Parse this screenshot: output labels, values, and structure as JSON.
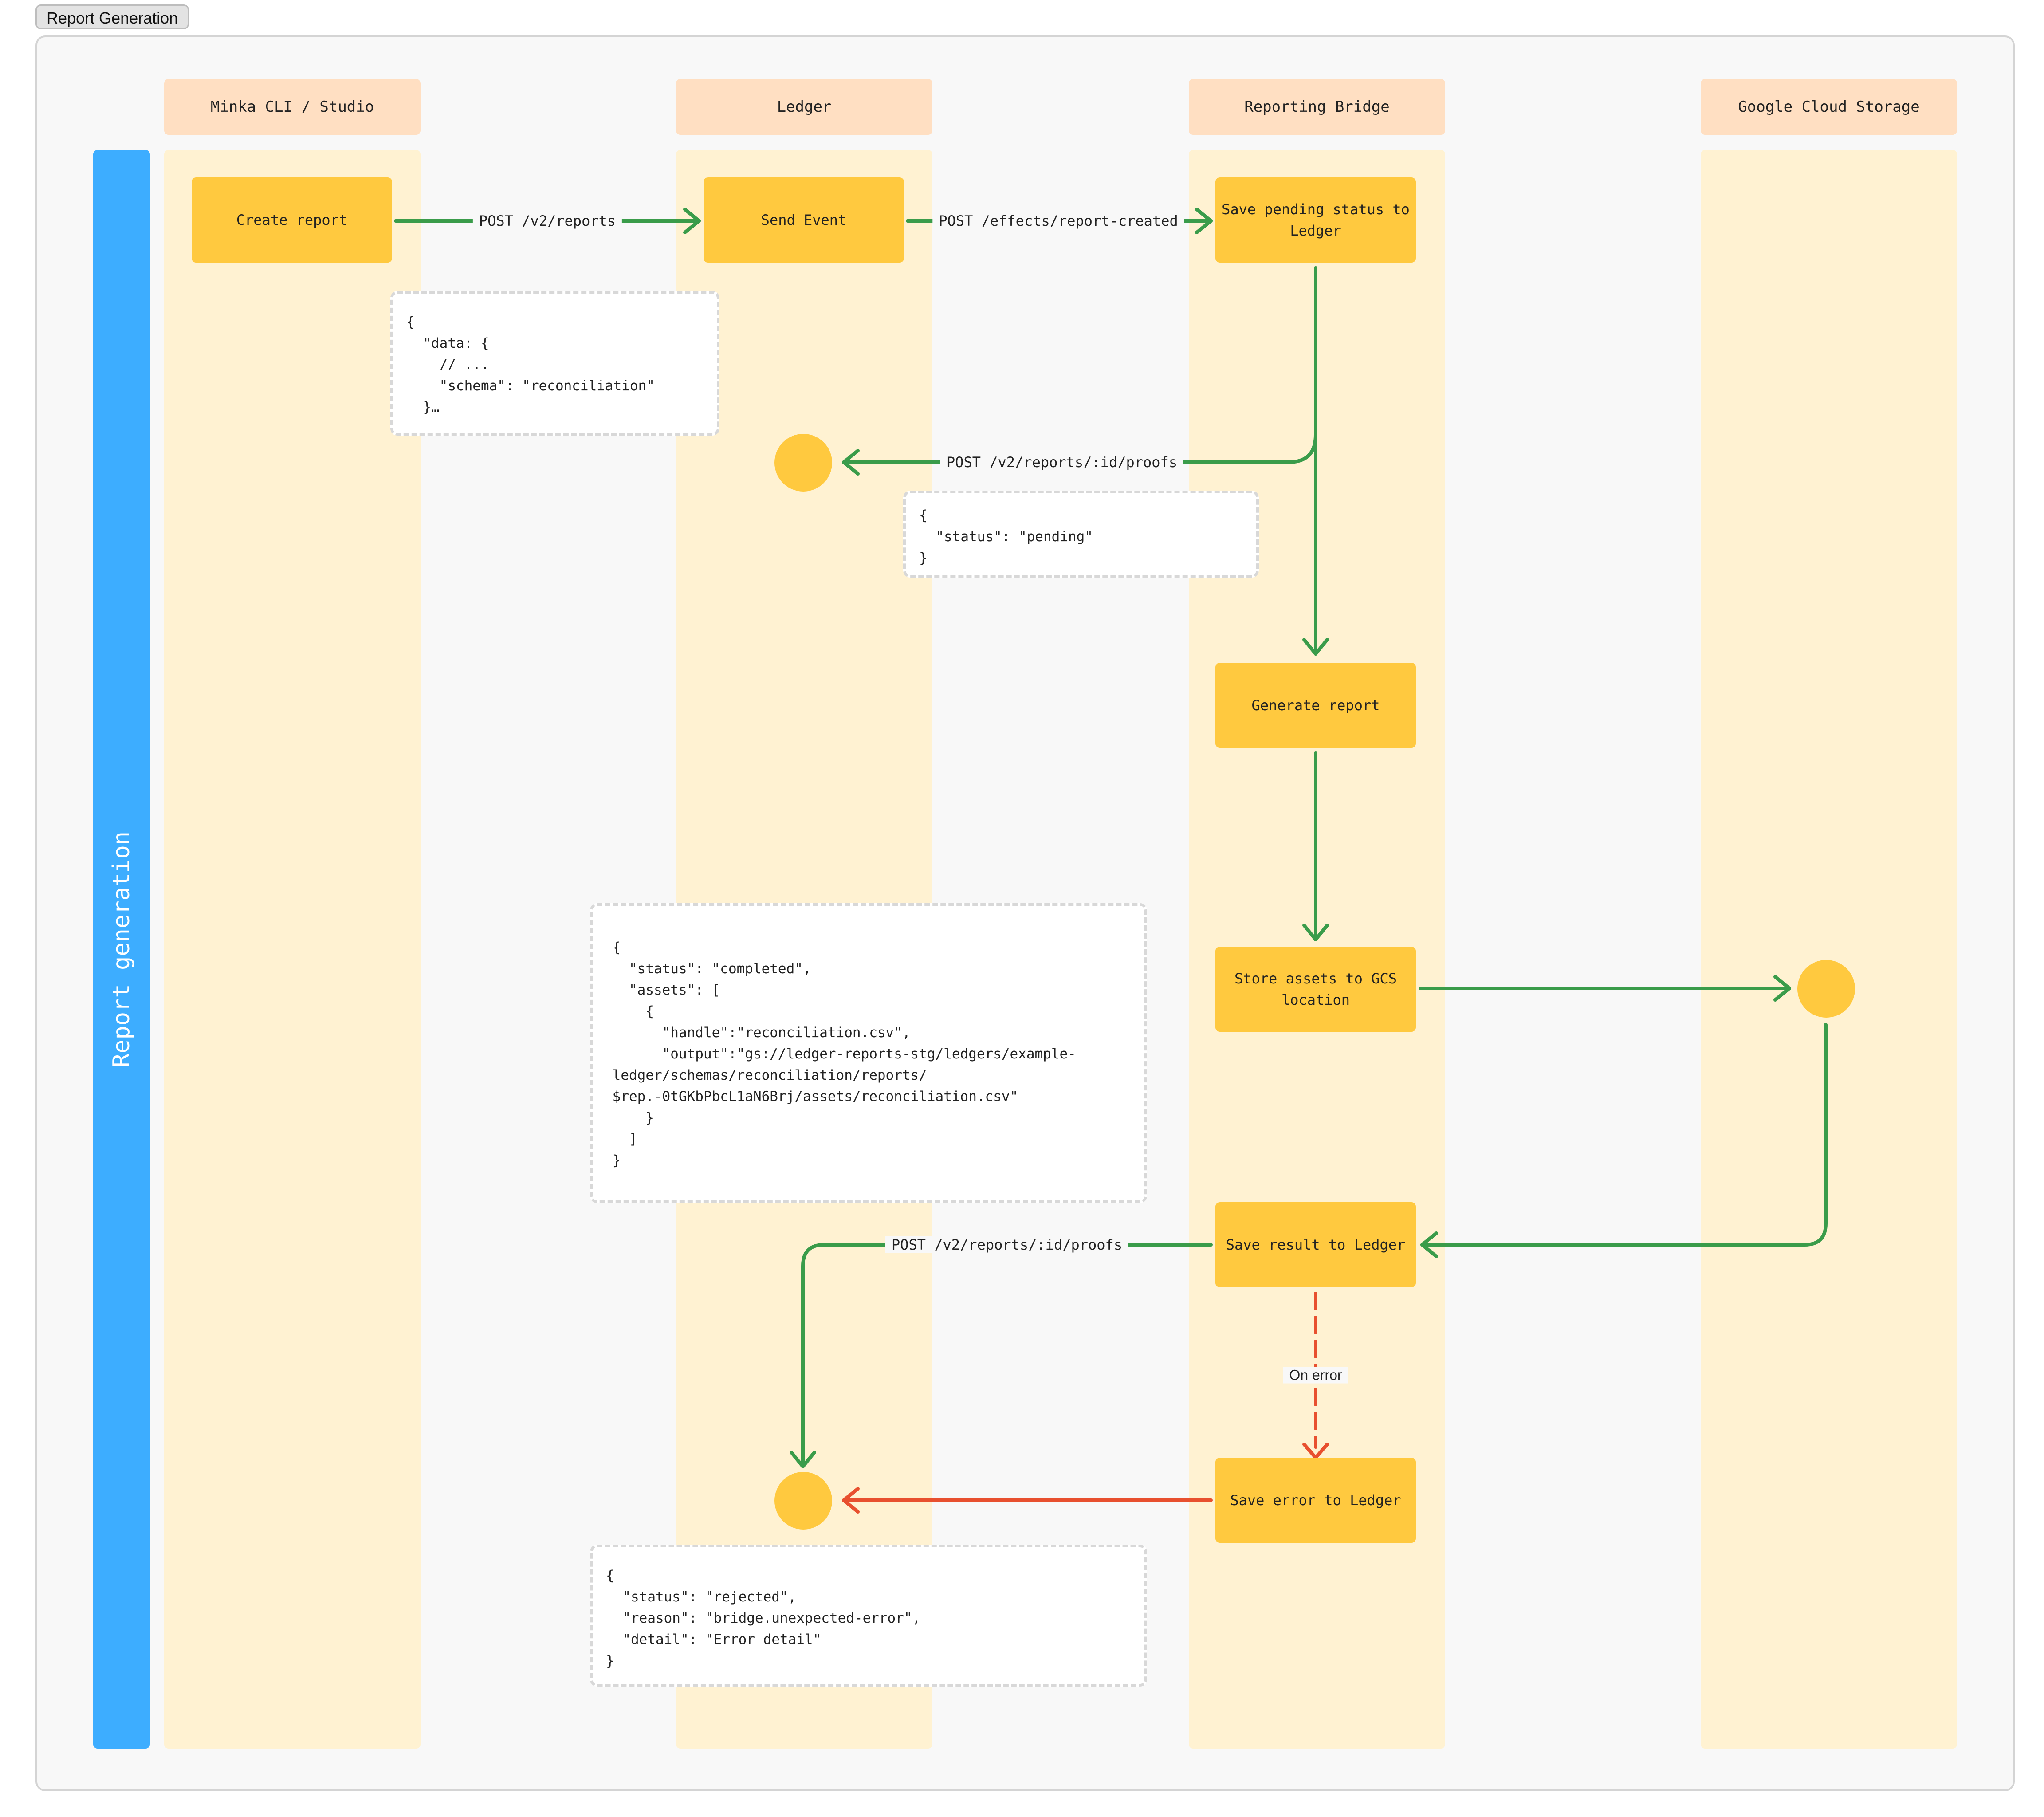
{
  "frame": {
    "title": "Report Generation"
  },
  "lane": {
    "label": "Report generation"
  },
  "columns": [
    {
      "id": "cli",
      "label": "Minka CLI / Studio"
    },
    {
      "id": "ledger",
      "label": "Ledger"
    },
    {
      "id": "bridge",
      "label": "Reporting Bridge"
    },
    {
      "id": "gcs",
      "label": "Google Cloud Storage"
    }
  ],
  "nodes": {
    "create_report": "Create report",
    "send_event": "Send Event",
    "save_pending": "Save pending status to Ledger",
    "generate_report": "Generate report",
    "store_assets": "Store assets to GCS location",
    "save_result": "Save result to Ledger",
    "save_error": "Save error to Ledger"
  },
  "edges": {
    "post_reports": "POST /v2/reports",
    "post_effects": "POST /effects/report-created",
    "post_proofs_pending": "POST /v2/reports/:id/proofs",
    "post_proofs_result": "POST /v2/reports/:id/proofs",
    "on_error": "On error"
  },
  "notes": {
    "create_payload": "{\n  \"data: {\n    // ...\n    \"schema\": \"reconciliation\"\n  }…",
    "pending_payload": "{\n  \"status\": \"pending\"\n}",
    "completed_payload": " {\n   \"status\": \"completed\",\n   \"assets\": [\n     {\n       \"handle\":\"reconciliation.csv\",\n       \"output\":\"gs://ledger-reports-stg/ledgers/example-\n ledger/schemas/reconciliation/reports/\n $rep.-0tGKbPbcL1aN6Brj/assets/reconciliation.csv\"\n     }\n   ]\n }",
    "rejected_payload": "{\n  \"status\": \"rejected\",\n  \"reason\": \"bridge.unexpected-error\",\n  \"detail\": \"Error detail\"\n}"
  },
  "colors": {
    "lane_bar": "#3dadff",
    "column_header": "#ffdfc2",
    "column_body": "#fff2d2",
    "node": "#ffc93f",
    "success_edge": "#3a9c4a",
    "error_edge": "#e8502f"
  }
}
